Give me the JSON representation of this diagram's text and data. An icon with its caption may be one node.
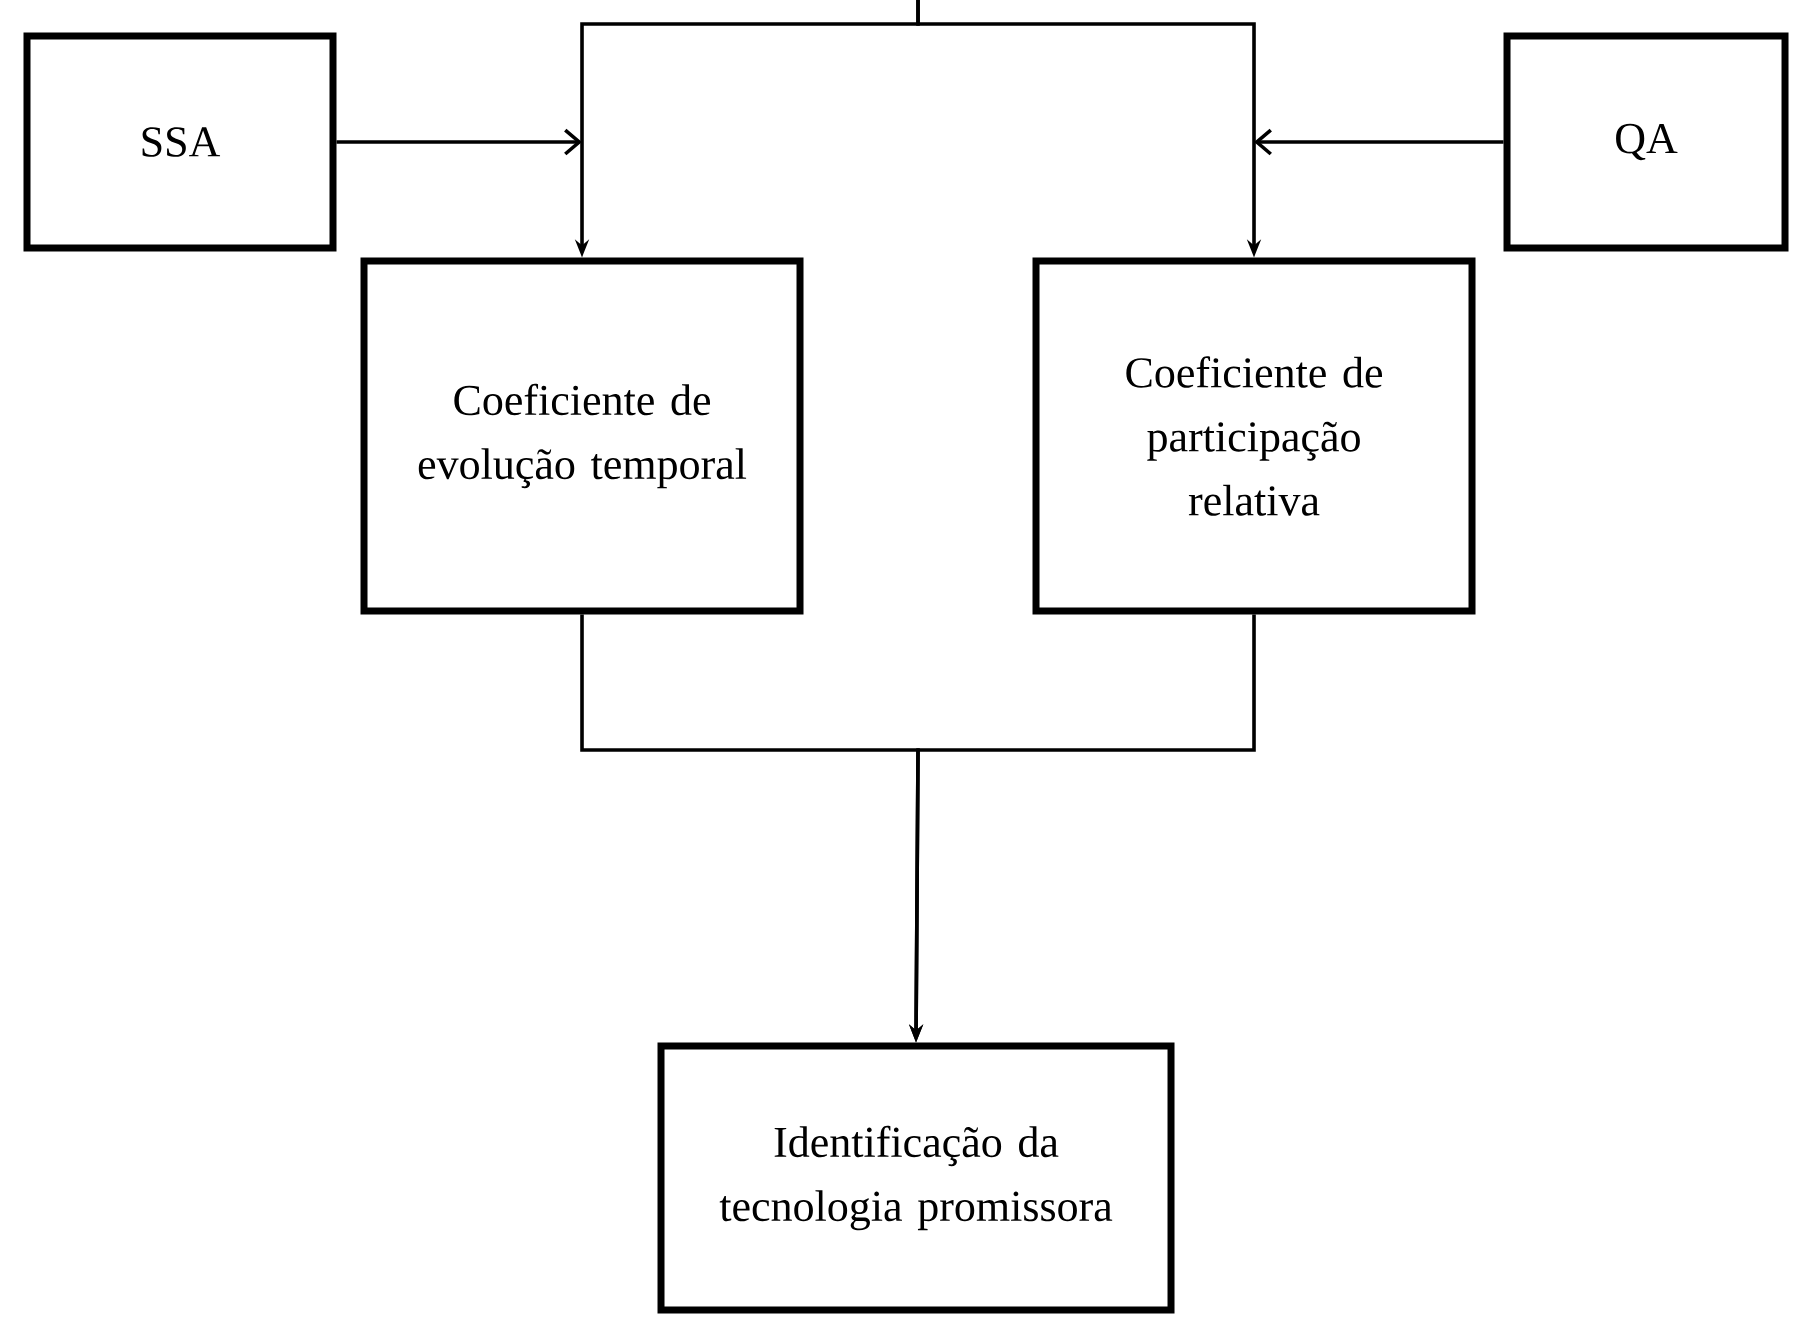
{
  "diagram": {
    "nodes": [
      {
        "text": [
          "SSA"
        ]
      },
      {
        "text": [
          "QA"
        ]
      },
      {
        "text": [
          "Coeficiente de evolução temporal"
        ]
      },
      {
        "text": [
          "Coeficiente de participação relativa"
        ]
      },
      {
        "text": [
          "Identificação da tecnologia promissora"
        ]
      }
    ],
    "edges": [
      {
        "from": null,
        "to": 2,
        "arrow": "to"
      },
      {
        "from": null,
        "to": 3,
        "arrow": "to"
      },
      {
        "from": 0,
        "to": 2,
        "arrow": "to"
      },
      {
        "from": 1,
        "to": 3,
        "arrow": "to"
      },
      {
        "from": 2,
        "to": 4,
        "arrow": "to"
      },
      {
        "from": 3,
        "to": 4,
        "arrow": "to"
      }
    ]
  }
}
